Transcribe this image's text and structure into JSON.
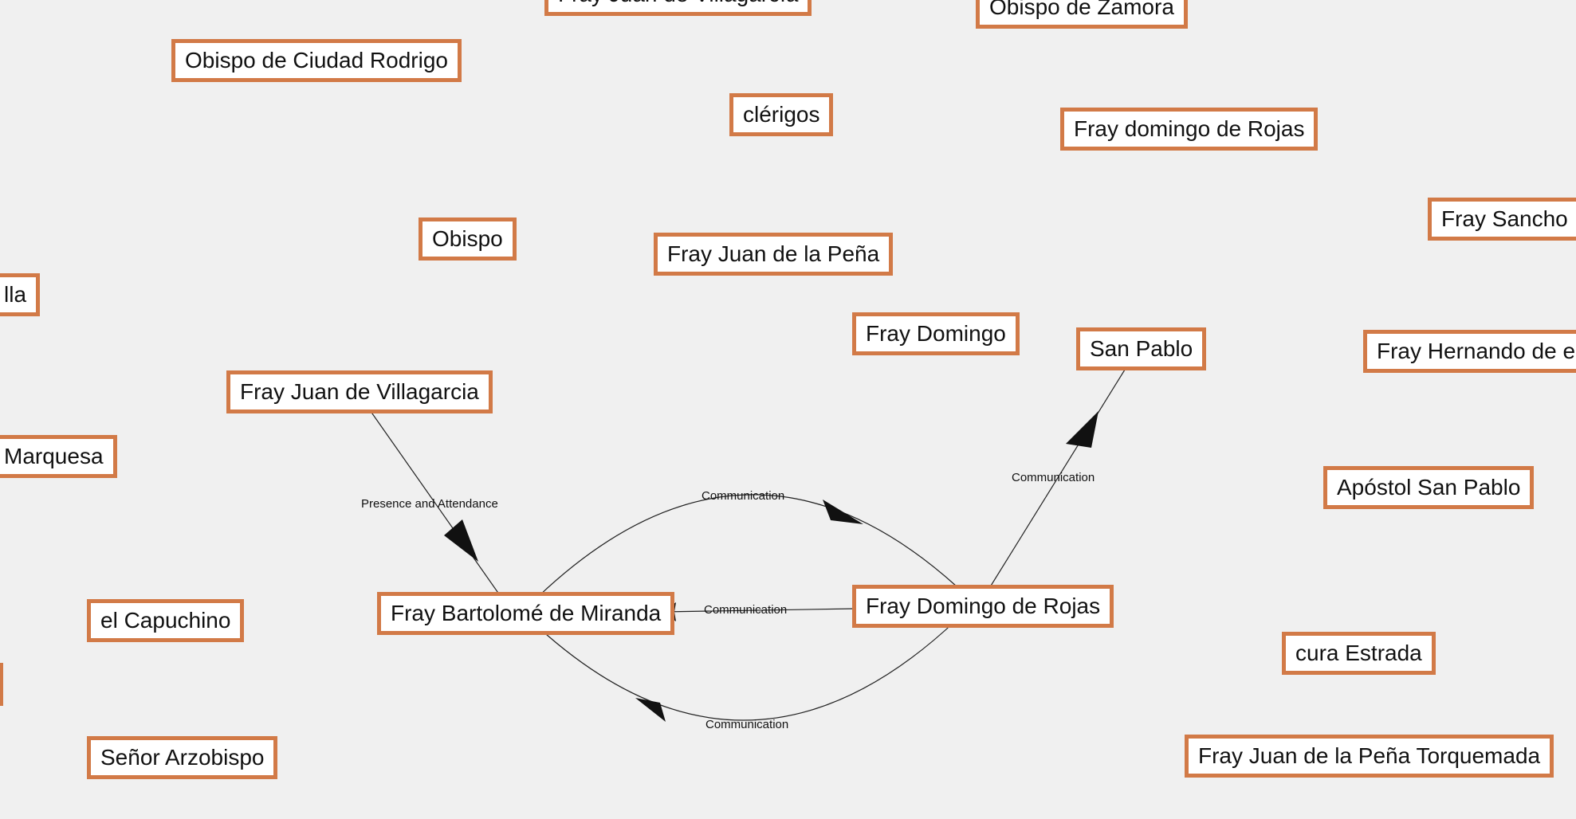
{
  "diagram": {
    "nodes": [
      {
        "id": "villagarcia_top",
        "label": "Fray Juan de Villagarcía"
      },
      {
        "id": "zamora",
        "label": "Obispo de Zamora"
      },
      {
        "id": "ciudad_rodrigo",
        "label": "Obispo de Ciudad Rodrigo"
      },
      {
        "id": "clerigos",
        "label": "clérigos"
      },
      {
        "id": "domingo_rojas_lower",
        "label": "Fray domingo de Rojas"
      },
      {
        "id": "sancho",
        "label": "Fray Sancho"
      },
      {
        "id": "obispo",
        "label": "Obispo"
      },
      {
        "id": "pena",
        "label": "Fray Juan de la Peña"
      },
      {
        "id": "lla",
        "label": "lla"
      },
      {
        "id": "fray_domingo",
        "label": "Fray Domingo"
      },
      {
        "id": "san_pablo",
        "label": "San Pablo"
      },
      {
        "id": "hernando",
        "label": "Fray Hernando de el"
      },
      {
        "id": "villagarcia",
        "label": "Fray Juan de Villagarcia"
      },
      {
        "id": "marquesa",
        "label": "Marquesa"
      },
      {
        "id": "apostol",
        "label": "Apóstol San Pablo"
      },
      {
        "id": "capuchino",
        "label": "el Capuchino"
      },
      {
        "id": "miranda",
        "label": "Fray Bartolomé de Miranda"
      },
      {
        "id": "domingo_rojas",
        "label": "Fray Domingo de Rojas"
      },
      {
        "id": "estrada",
        "label": "cura Estrada"
      },
      {
        "id": "blank",
        "label": ""
      },
      {
        "id": "arzobispo",
        "label": "Señor Arzobispo"
      },
      {
        "id": "torquemada",
        "label": "Fray Juan de la Peña Torquemada"
      }
    ],
    "edges": [
      {
        "id": "e1",
        "from": "villagarcia",
        "to": "miranda",
        "label": "Presence and Attendance"
      },
      {
        "id": "e2",
        "from": "miranda",
        "to": "domingo_rojas",
        "label": "Communication"
      },
      {
        "id": "e3",
        "from": "domingo_rojas",
        "to": "miranda",
        "label": "Communication"
      },
      {
        "id": "e4",
        "from": "domingo_rojas",
        "to": "miranda",
        "label": "Communication"
      },
      {
        "id": "e5",
        "from": "domingo_rojas",
        "to": "san_pablo",
        "label": "Communication"
      }
    ],
    "colors": {
      "node_border": "#d27a47",
      "background": "#f0f0f0",
      "edge": "#222222"
    }
  }
}
